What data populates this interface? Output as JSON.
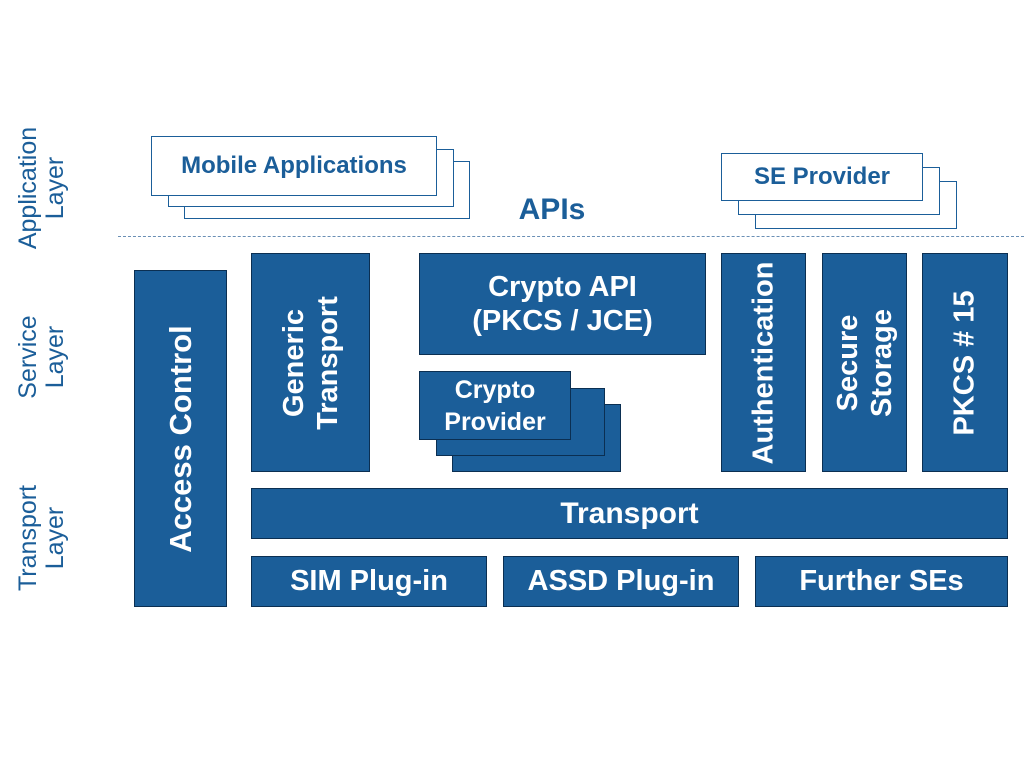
{
  "layers": {
    "application": "Application\nLayer",
    "service": "Service\nLayer",
    "transport": "Transport\nLayer"
  },
  "top": {
    "mobile_apps": "Mobile Applications",
    "apis": "APIs",
    "se_provider": "SE Provider"
  },
  "blocks": {
    "access_control": "Access Control",
    "generic_transport": "Generic\nTransport",
    "crypto_api": "Crypto API\n(PKCS / JCE)",
    "crypto_provider": "Crypto\nProvider",
    "authentication": "Authentication",
    "secure_storage": "Secure\nStorage",
    "pkcs15": "PKCS # 15",
    "transport": "Transport",
    "sim_plugin": "SIM Plug-in",
    "assd_plugin": "ASSD Plug-in",
    "further_ses": "Further SEs"
  },
  "colors": {
    "block_fill": "#1b5e99",
    "block_border": "#0b2f52",
    "label_text": "#1b5e99"
  }
}
